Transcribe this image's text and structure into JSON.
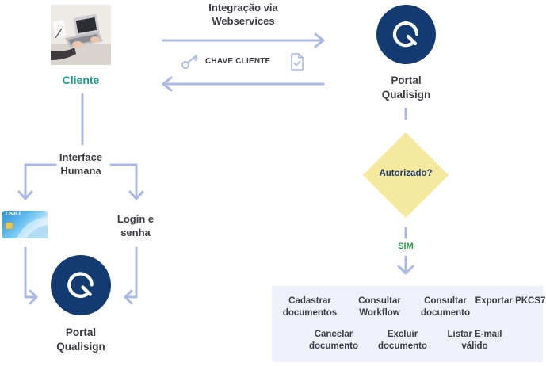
{
  "integration_label": "Integração via Webservices",
  "key_label": "CHAVE CLIENTE",
  "client_label": "Cliente",
  "portal_top_label": "Portal Qualisign",
  "human_interface_label": "Interface Humana",
  "login_label": "Login e senha",
  "card_label": "CNPJ",
  "portal_bottom_label": "Portal Qualisign",
  "decision_label": "Autorizado?",
  "yes_label": "SIM",
  "operations": [
    "Cadastrar documentos",
    "Consultar Workflow",
    "Consultar documento",
    "Exportar PKCS7",
    "Cancelar documento",
    "Excluir documento",
    "Listar E-mail válido"
  ],
  "colors": {
    "line": "#a9b9e3",
    "brand": "#143a72",
    "client": "#1d9a86",
    "decision": "#f5e9a0",
    "yes": "#2e9d4a",
    "panel": "#eef1fb"
  }
}
